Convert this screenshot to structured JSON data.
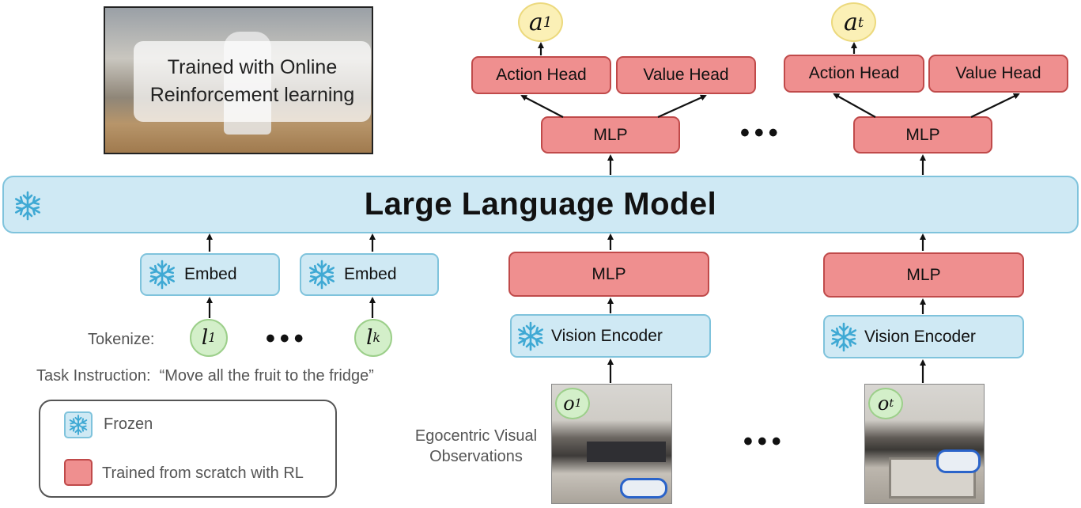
{
  "rl_panel": {
    "line1": "Trained with Online",
    "line2": "Reinforcement learning"
  },
  "llm": {
    "label": "Large Language Model"
  },
  "heads": [
    {
      "action_label": "Action Head",
      "value_label": "Value Head",
      "mlp_label": "MLP",
      "output_symbol": "a",
      "output_subscript": "1"
    },
    {
      "action_label": "Action Head",
      "value_label": "Value Head",
      "mlp_label": "MLP",
      "output_symbol": "a",
      "output_subscript": "t"
    }
  ],
  "text_branch": {
    "embed_label": "Embed",
    "tokenize_label": "Tokenize:",
    "tokens": [
      {
        "symbol": "l",
        "subscript": "1"
      },
      {
        "symbol": "l",
        "subscript": "k"
      }
    ],
    "instruction": "Task Instruction:  “Move all the fruit to the fridge”"
  },
  "vision_branch": {
    "mlp_label": "MLP",
    "encoder_label": "Vision Encoder",
    "observations": [
      {
        "symbol": "o",
        "subscript": "1"
      },
      {
        "symbol": "o",
        "subscript": "t"
      }
    ],
    "caption_line1": "Egocentric Visual",
    "caption_line2": "Observations"
  },
  "ellipsis": "•••",
  "legend": {
    "frozen": "Frozen",
    "trained": "Trained from scratch with RL"
  },
  "colors": {
    "frozen_fill": "#cfe9f4",
    "trained_fill": "#ef8f8f",
    "output_fill": "#fbf0b6",
    "token_fill": "#d3efc9"
  }
}
